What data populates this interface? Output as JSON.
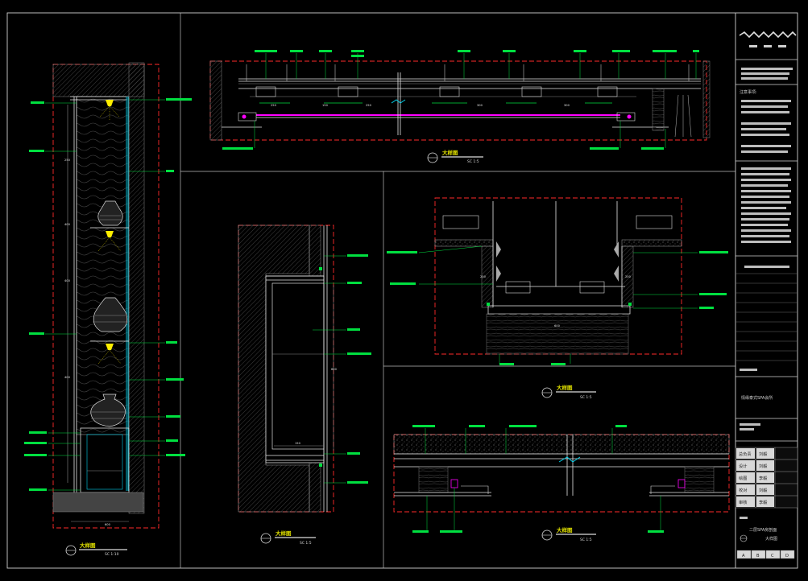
{
  "drawing": {
    "titles": {
      "d1": "大样图",
      "d2": "大样图",
      "d3": "大样图",
      "d4": "大样图",
      "d5": "大样图"
    },
    "scales": {
      "d1": "SC 1:10",
      "d2": "SC 1:5",
      "d3": "SC 1:5",
      "d4": "SC 1:5",
      "d5": "SC 1:5"
    }
  },
  "title_block": {
    "notes_heading": "注意事项:",
    "project_name": "情缘泰式SPA会所",
    "sheet_name": "二层SPA房剖面",
    "sheet_sub": "大样图",
    "roles": [
      {
        "role": "总负责",
        "name": "刘毅"
      },
      {
        "role": "设计",
        "name": "刘毅"
      },
      {
        "role": "绘图",
        "name": "李毅"
      },
      {
        "role": "校对",
        "name": "刘毅"
      },
      {
        "role": "审核",
        "name": "李毅"
      }
    ],
    "stamp_cells": [
      "A",
      "B",
      "C",
      "D"
    ]
  },
  "colors": {
    "background": "#000000",
    "line": "#e6e6e6",
    "leader": "#00e040",
    "section_cut": "#ff2a2a",
    "glass": "#00cfe8",
    "led_strip": "#ff00ff",
    "title": "#e6e600"
  }
}
